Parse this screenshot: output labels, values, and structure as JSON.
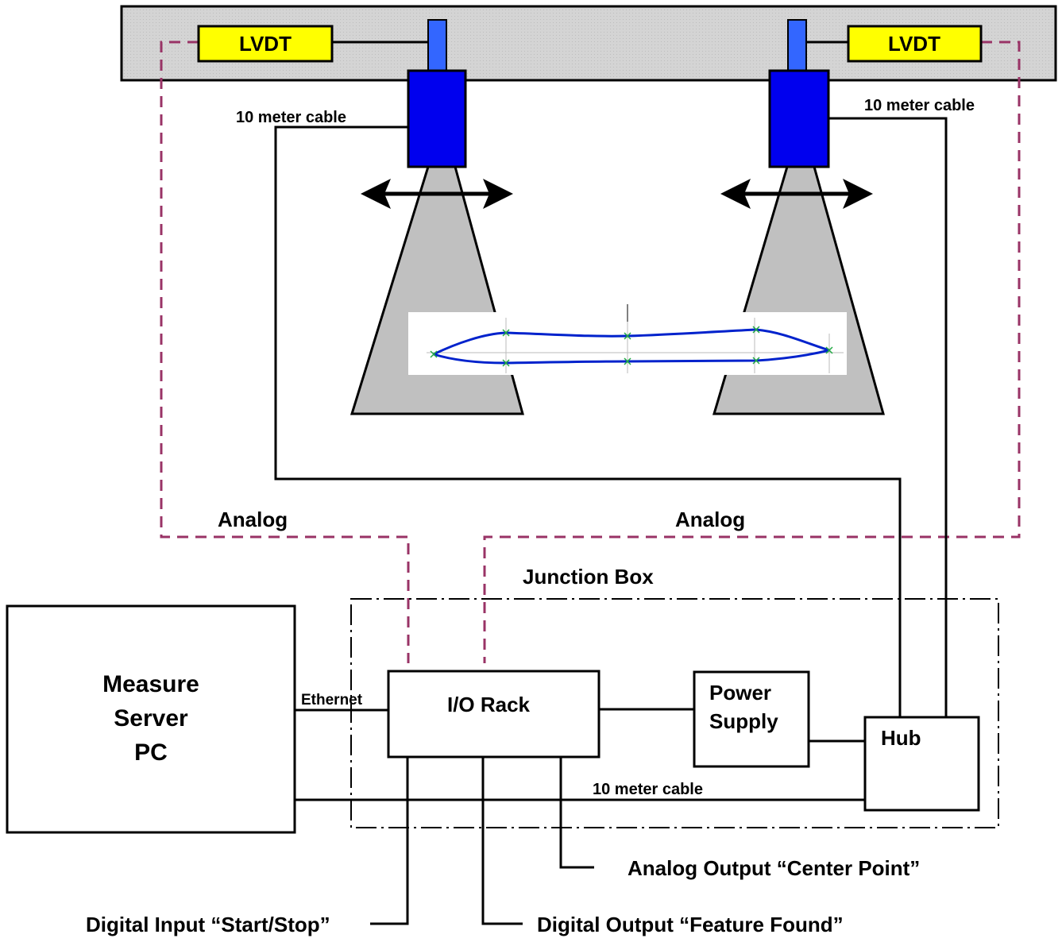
{
  "diagram": {
    "components": {
      "lvdt_left": "LVDT",
      "lvdt_right": "LVDT",
      "measure_server_line1": "Measure",
      "measure_server_line2": "Server",
      "measure_server_line3": "PC",
      "io_rack": "I/O Rack",
      "power_supply_line1": "Power",
      "power_supply_line2": "Supply",
      "hub": "Hub",
      "junction_box": "Junction Box"
    },
    "labels": {
      "cable_left": "10 meter cable",
      "cable_right": "10 meter cable",
      "cable_bottom": "10 meter cable",
      "analog_left": "Analog",
      "analog_right": "Analog",
      "ethernet": "Ethernet",
      "analog_output": "Analog Output “Center Point”",
      "digital_input": "Digital Input “Start/Stop”",
      "digital_output": "Digital Output “Feature Found”"
    },
    "colors": {
      "rail": "#d0d0d0",
      "lvdt_fill": "#ffff00",
      "sensor_body": "#0000ee",
      "sensor_rod": "#3366ff",
      "beam": "#c0c0c0",
      "analog_wire": "#993366",
      "profile": "#0022cc",
      "profile_marker": "#22aa44"
    }
  }
}
